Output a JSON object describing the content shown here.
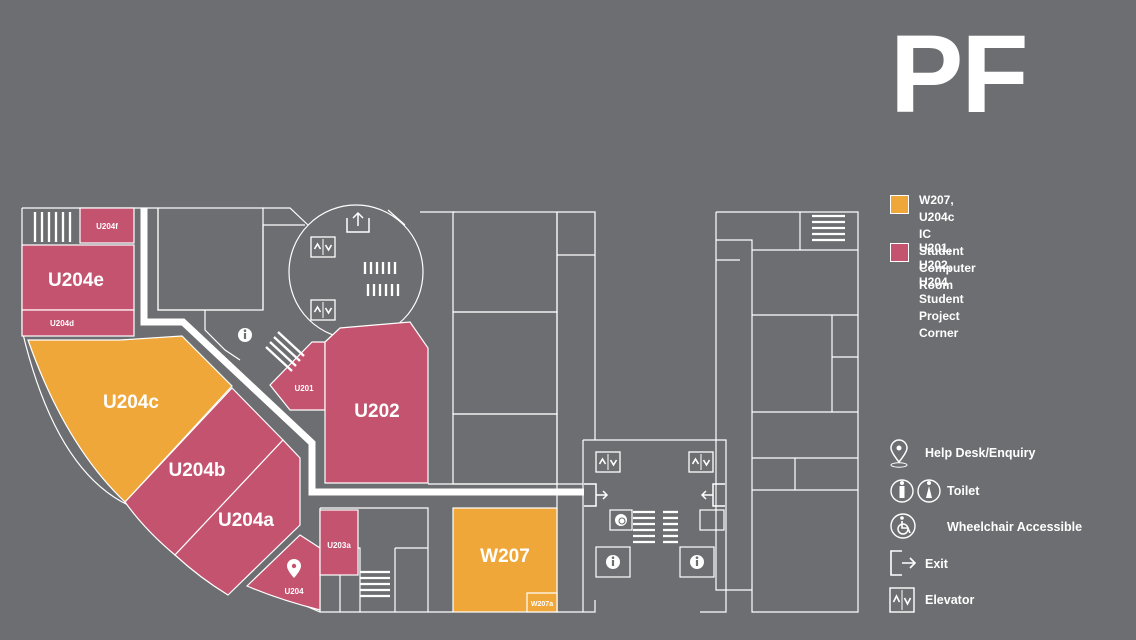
{
  "floor": {
    "title": "PF"
  },
  "colors": {
    "background": "#6d6e71",
    "computer_room": "#f0a73a",
    "project_corner": "#c4536f",
    "outline": "#ffffff"
  },
  "legend": [
    {
      "rooms": "W207, U204c",
      "description": "IC Student Computer Room",
      "color": "#f0a73a"
    },
    {
      "rooms": "U201, U202, U204",
      "description": "Student Project Corner",
      "color": "#c4536f"
    }
  ],
  "symbol_key": [
    {
      "icon": "help-desk-icon",
      "label": "Help Desk/Enquiry"
    },
    {
      "icon": "toilet-icon",
      "label": "Toilet"
    },
    {
      "icon": "wheelchair-icon",
      "label": "Wheelchair Accessible"
    },
    {
      "icon": "exit-icon",
      "label": "Exit"
    },
    {
      "icon": "elevator-icon",
      "label": "Elevator"
    }
  ],
  "rooms": {
    "u204f": "U204f",
    "u204e": "U204e",
    "u204d": "U204d",
    "u204c": "U204c",
    "u204b": "U204b",
    "u204a": "U204a",
    "u204": "U204",
    "u201": "U201",
    "u202": "U202",
    "u203a": "U203a",
    "w207": "W207",
    "w207a": "W207a"
  }
}
